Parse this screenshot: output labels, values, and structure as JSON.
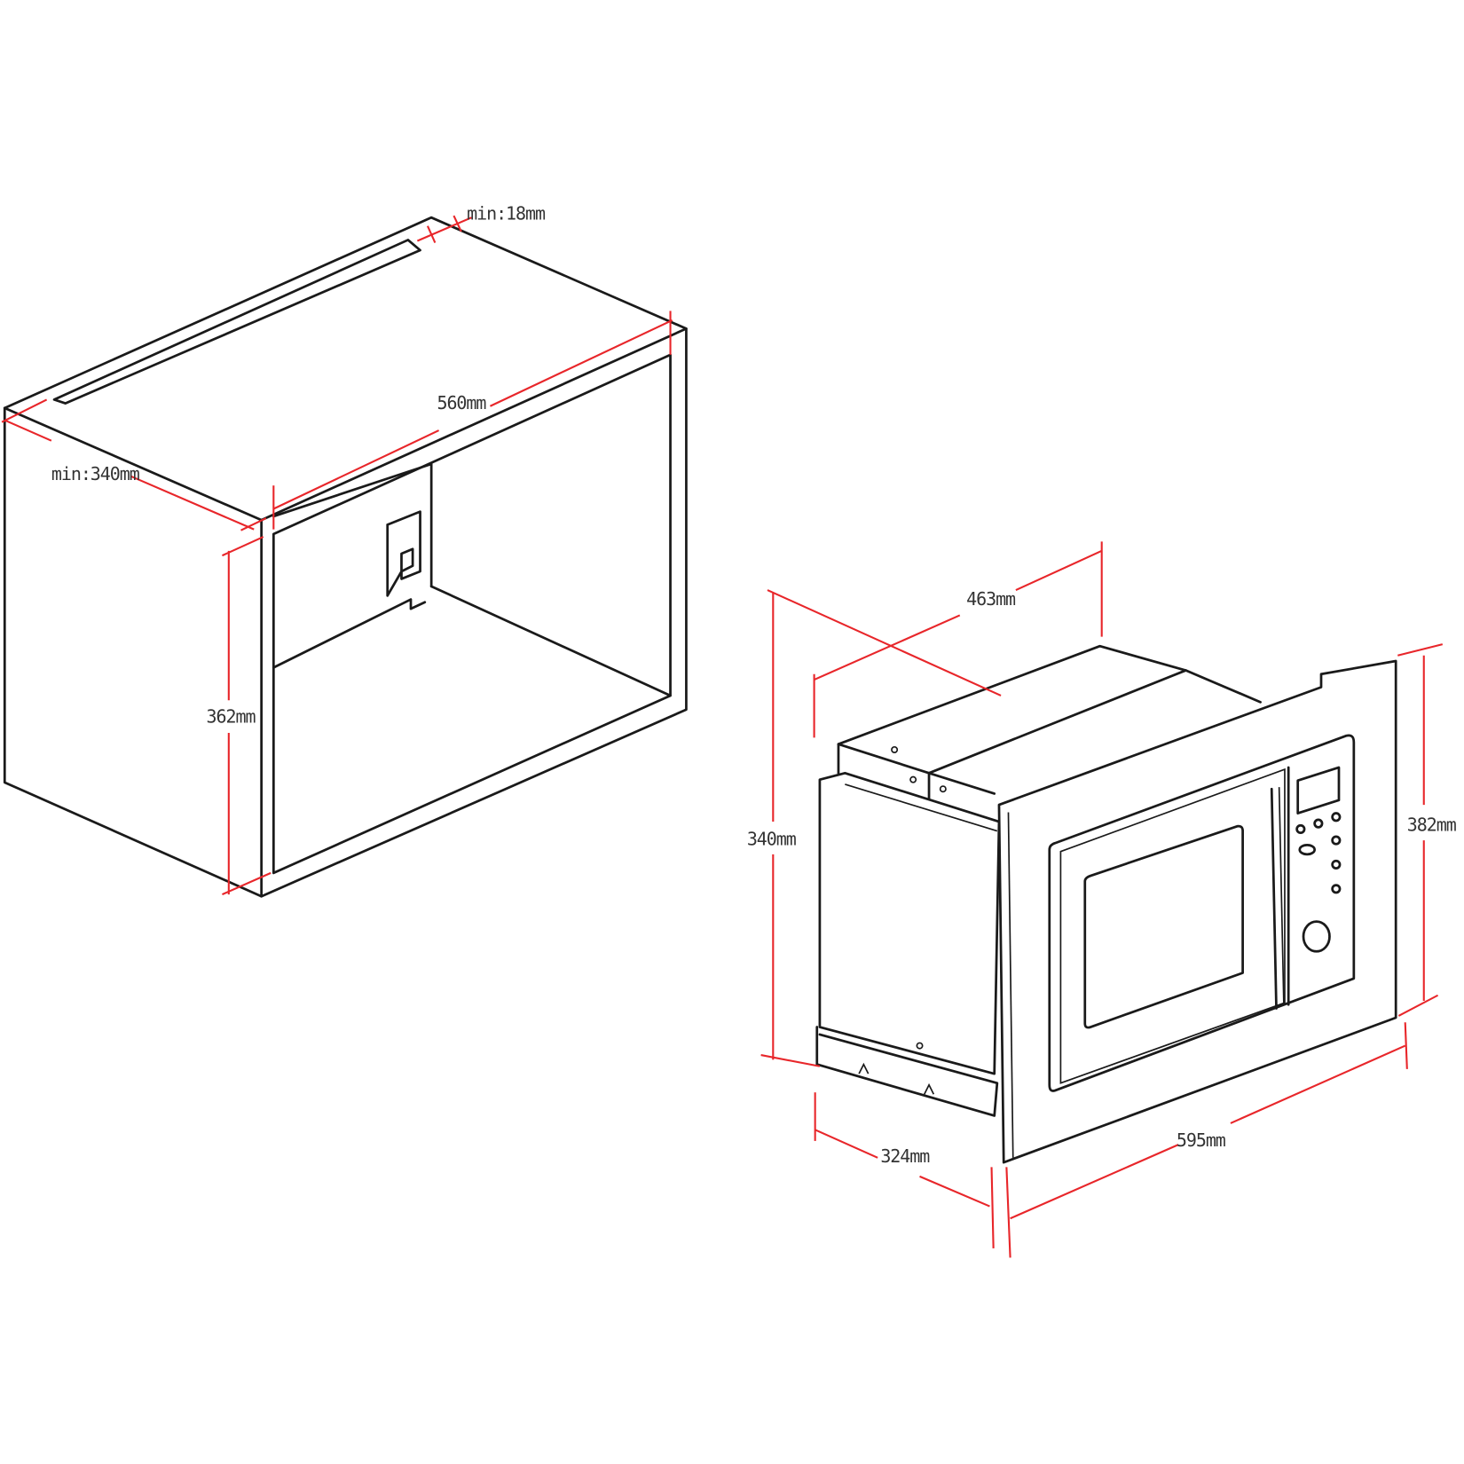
{
  "colors": {
    "outline": "#1a1a1a",
    "dimension": "#e8262a",
    "label": "#333333"
  },
  "cabinet": {
    "labels": {
      "top_thickness": "min:18mm",
      "width": "560mm",
      "depth": "min:340mm",
      "height": "362mm"
    }
  },
  "microwave": {
    "labels": {
      "body_width": "463mm",
      "body_height": "340mm",
      "frame_height": "382mm",
      "body_depth": "324mm",
      "frame_width": "595mm"
    }
  }
}
